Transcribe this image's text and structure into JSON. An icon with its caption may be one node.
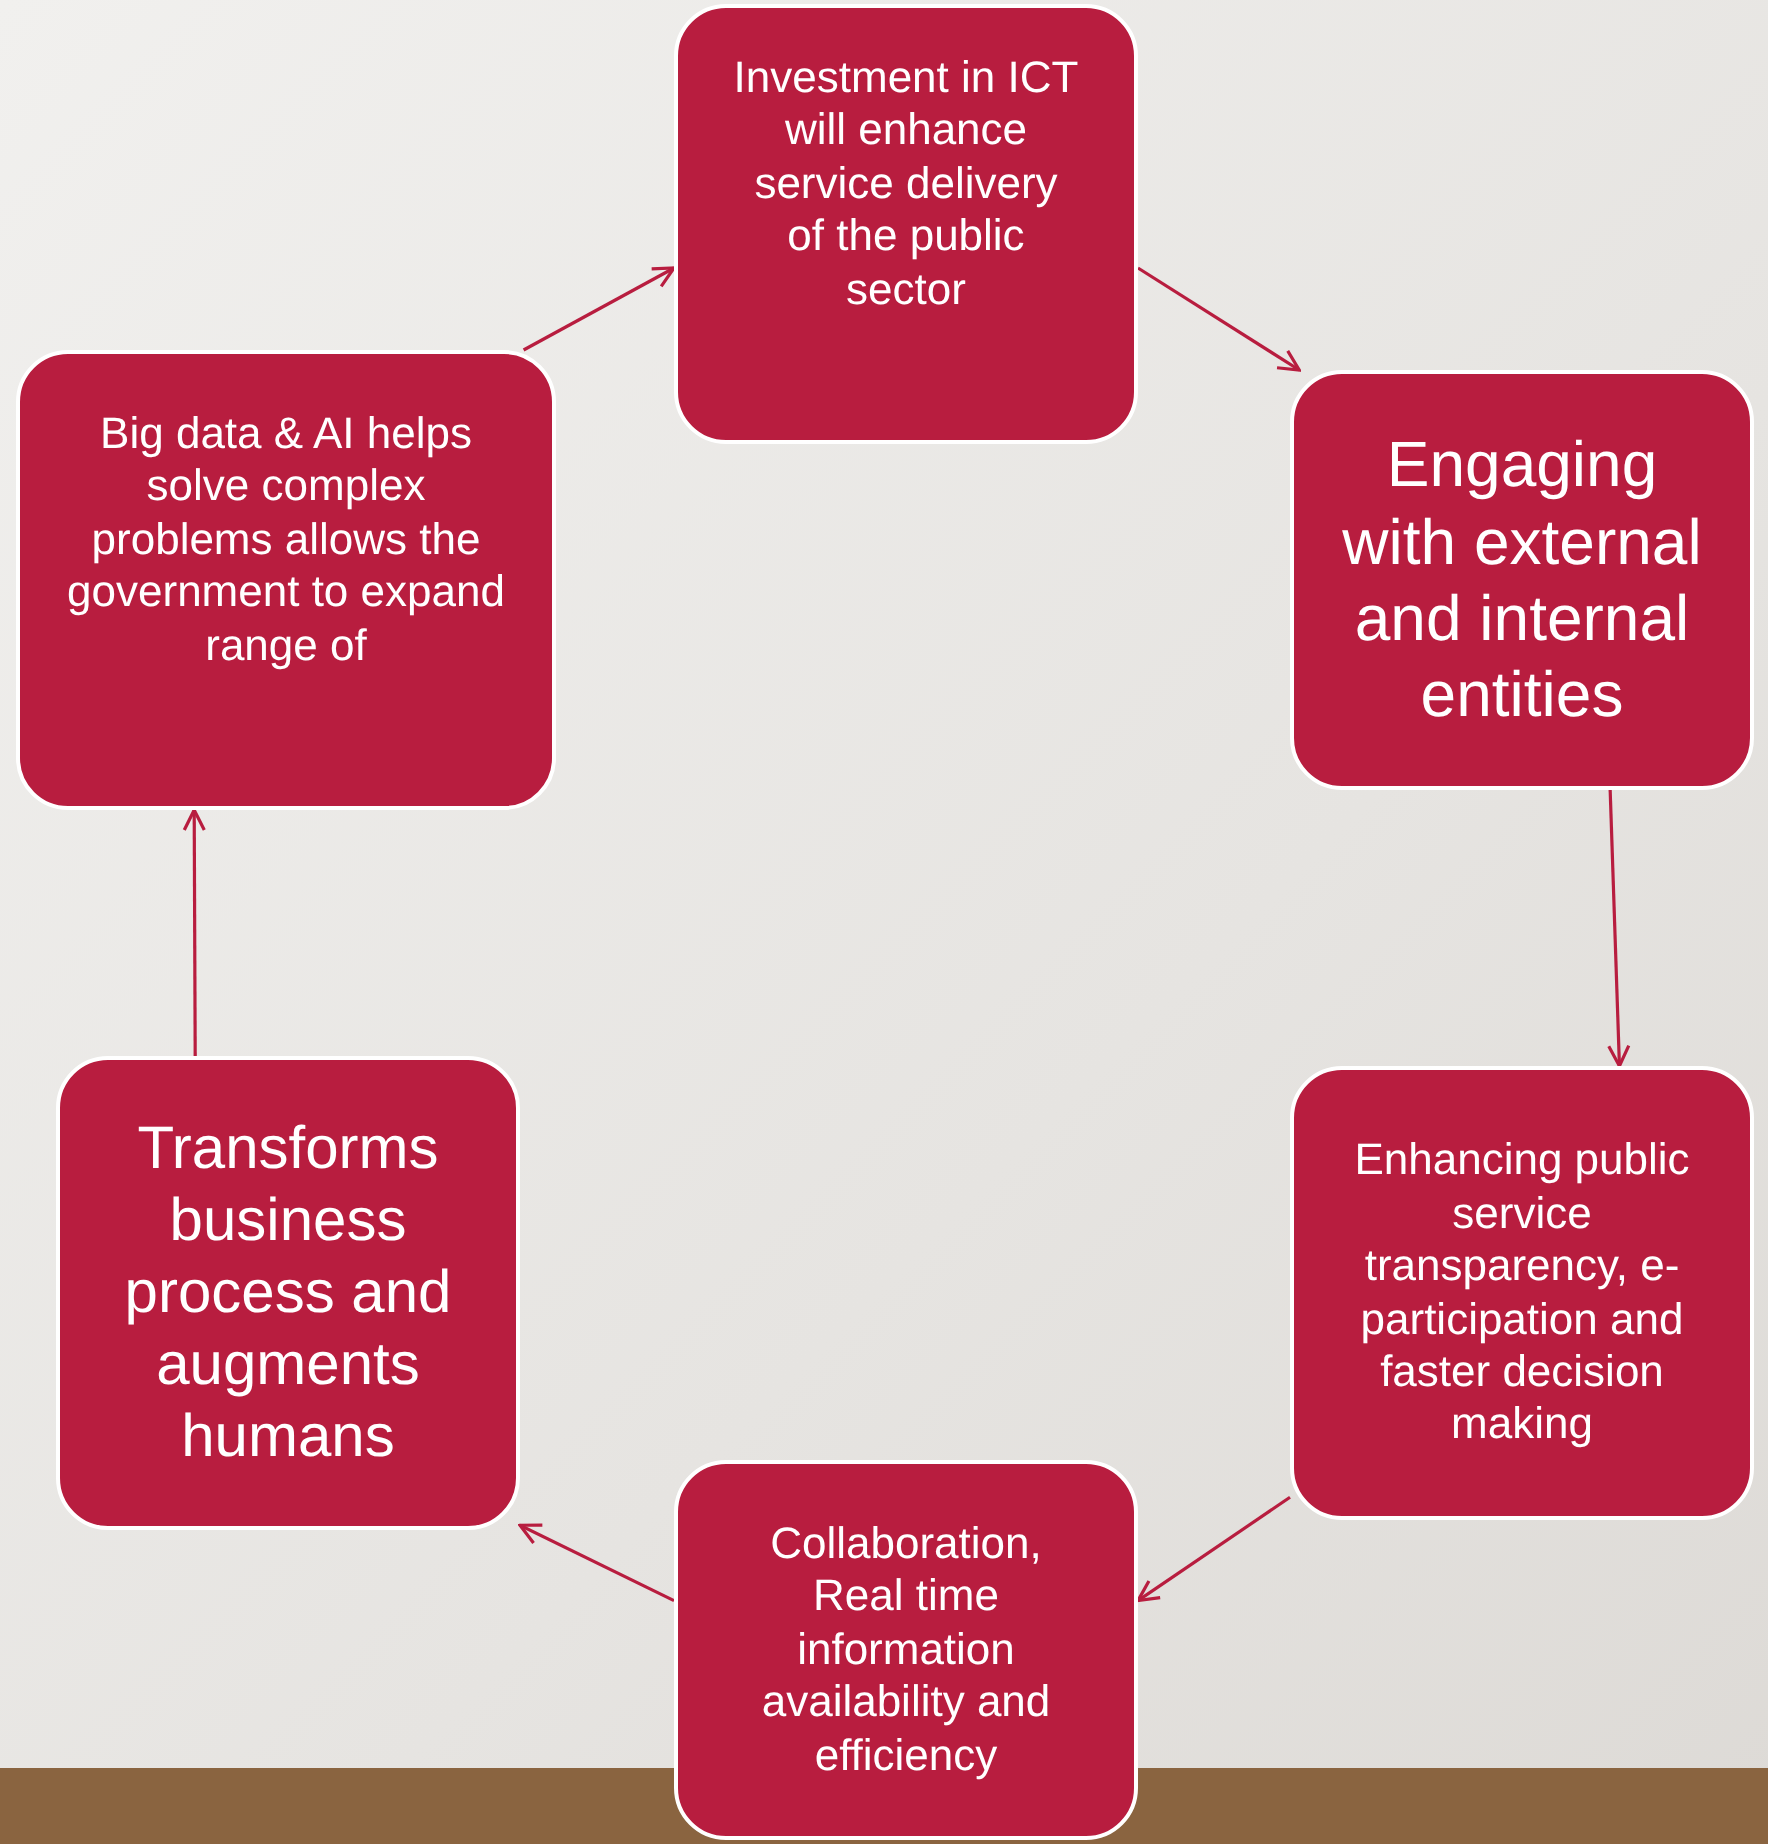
{
  "diagram": {
    "nodes": [
      {
        "text": [
          "Investment in ICT will enhance service delivery of the public sector"
        ]
      },
      {
        "text": [
          "Engaging with external and internal entities"
        ]
      },
      {
        "text": [
          "Enhancing public service transparency, e-participation and faster decision making"
        ]
      },
      {
        "text": [
          "Collaboration, Real time information availability and efficiency"
        ]
      },
      {
        "text": [
          "Transforms business process and augments humans"
        ]
      },
      {
        "text": [
          "Big data & AI helps solve complex problems allows the government to expand range of"
        ]
      }
    ],
    "edges": [
      {
        "from": 0,
        "to": 1,
        "arrow": "to"
      },
      {
        "from": 1,
        "to": 2,
        "arrow": "to"
      },
      {
        "from": 2,
        "to": 3,
        "arrow": "to"
      },
      {
        "from": 3,
        "to": 4,
        "arrow": "to"
      },
      {
        "from": 4,
        "to": 5,
        "arrow": "to"
      },
      {
        "from": 5,
        "to": 0,
        "arrow": "to"
      }
    ]
  }
}
